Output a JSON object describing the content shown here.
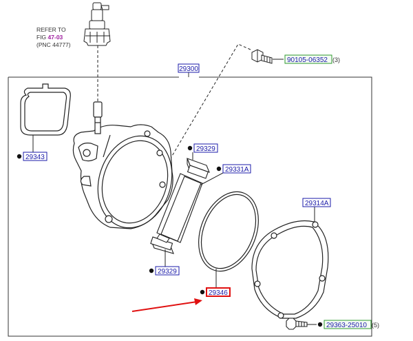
{
  "diagram": {
    "reference": {
      "line1": "REFER TO",
      "fig_prefix": "FIG ",
      "fig_link": "47-03",
      "line3": "(PNC 44777)"
    },
    "assembly_label": "29300",
    "parts": [
      {
        "id": "p-90105",
        "number": "90105-06352",
        "qty": "(3)",
        "style": "green"
      },
      {
        "id": "p-29343",
        "number": "29343",
        "qty": "",
        "style": "blue"
      },
      {
        "id": "p-29329-top",
        "number": "29329",
        "qty": "",
        "style": "blue"
      },
      {
        "id": "p-29331a",
        "number": "29331A",
        "qty": "",
        "style": "blue"
      },
      {
        "id": "p-29314a",
        "number": "29314A",
        "qty": "",
        "style": "blue"
      },
      {
        "id": "p-29329-bottom",
        "number": "29329",
        "qty": "",
        "style": "blue"
      },
      {
        "id": "p-29346",
        "number": "29346",
        "qty": "",
        "style": "red"
      },
      {
        "id": "p-29363",
        "number": "29363-25010",
        "qty": "(5)",
        "style": "green"
      }
    ],
    "colors": {
      "line": "#222222",
      "label_blue": "#1a1aa8",
      "label_green_border": "#2e9a2e",
      "highlight_red": "#e01010",
      "link_purple": "#a020a0"
    }
  }
}
